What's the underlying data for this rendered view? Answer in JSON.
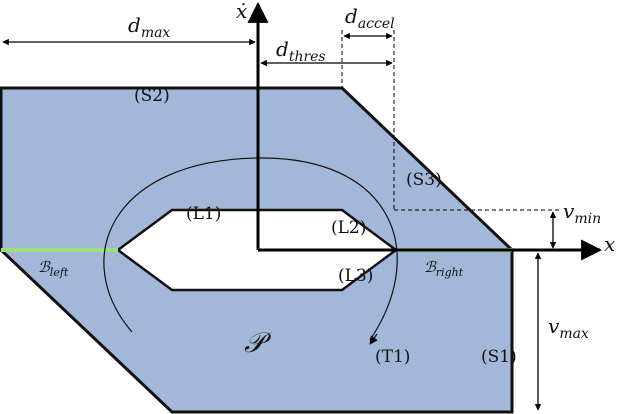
{
  "colors": {
    "region_fill": "#a3b8d9",
    "region_stroke": "#111111",
    "boundary_green": "#9be07a",
    "axis": "#000000",
    "dashed": "#000000"
  },
  "labels": {
    "d_max": "d_max",
    "d_thres": "d_thres",
    "d_accel": "d_accel",
    "x_dot": "ẋ",
    "x_axis": "x",
    "v_min": "v_min",
    "v_max": "v_max",
    "S1": "(S1)",
    "S2": "(S2)",
    "S3": "(S3)",
    "L1": "(L1)",
    "L2": "(L2)",
    "L3": "(L3)",
    "T1": "(T1)",
    "P": "𝒫",
    "B_left": "ℬ_left",
    "B_right": "ℬ_right"
  }
}
